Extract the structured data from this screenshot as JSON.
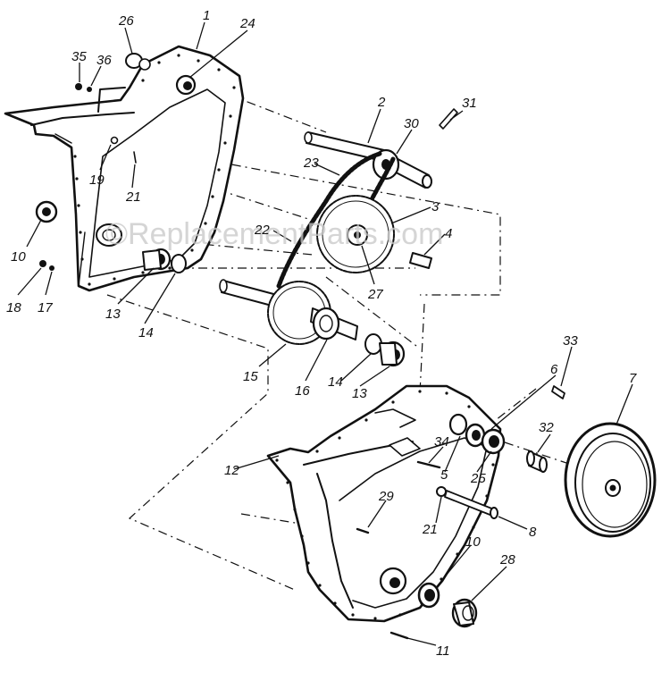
{
  "watermark": "©ReplacementParts.com",
  "callouts": [
    "1",
    "2",
    "3",
    "4",
    "5",
    "6",
    "7",
    "8",
    "10",
    "10",
    "11",
    "12",
    "13",
    "13",
    "14",
    "14",
    "15",
    "16",
    "17",
    "18",
    "19",
    "21",
    "21",
    "22",
    "23",
    "24",
    "25",
    "26",
    "27",
    "28",
    "29",
    "30",
    "31",
    "32",
    "33",
    "34",
    "35",
    "36"
  ]
}
